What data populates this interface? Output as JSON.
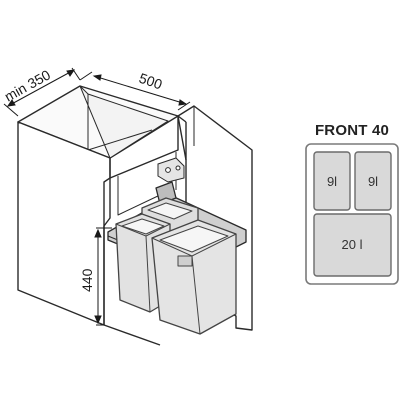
{
  "dimensions": {
    "depth_label": "min 350",
    "width_label": "500",
    "height_label": "440"
  },
  "front_panel": {
    "title": "FRONT 40",
    "bins": [
      {
        "label": "9l"
      },
      {
        "label": "9l"
      },
      {
        "label": "20 l"
      }
    ]
  },
  "colors": {
    "line": "#2a2a2a",
    "bin_fill": "#d9d9d9",
    "bin_border": "#6b6b6b",
    "panel_border": "#7a7a7a"
  }
}
